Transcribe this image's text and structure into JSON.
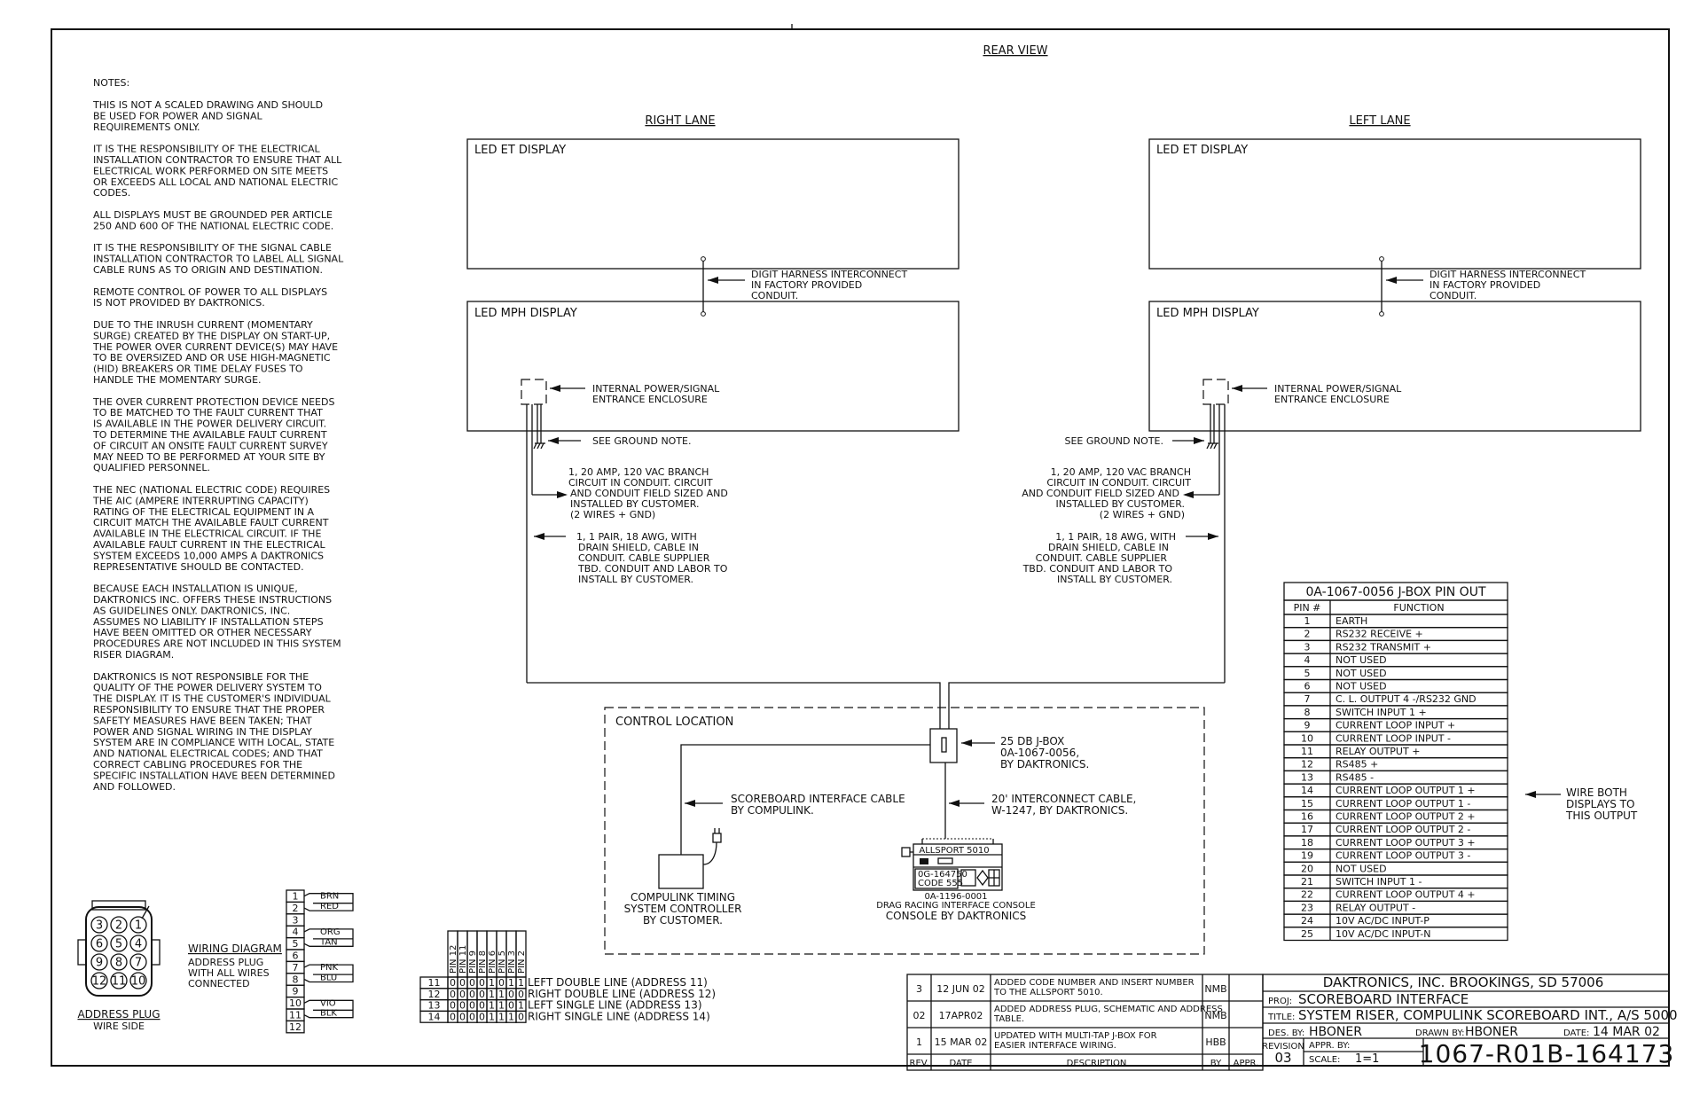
{
  "rear_view": "REAR VIEW",
  "right_lane": "RIGHT LANE",
  "left_lane": "LEFT LANE",
  "et_display": "LED ET DISPLAY",
  "mph_display": "LED MPH DISPLAY",
  "digit_harness": [
    "DIGIT HARNESS INTERCONNECT",
    "IN FACTORY PROVIDED",
    "CONDUIT."
  ],
  "internal_power": [
    "INTERNAL POWER/SIGNAL",
    "ENTRANCE ENCLOSURE"
  ],
  "see_ground_right": "SEE GROUND NOTE.",
  "see_ground_left": "SEE GROUND NOTE.",
  "branch_circuit": [
    "1, 20 AMP, 120 VAC BRANCH",
    "CIRCUIT IN CONDUIT.  CIRCUIT",
    "AND CONDUIT FIELD SIZED AND",
    "INSTALLED BY CUSTOMER.",
    "(2 WIRES + GND)"
  ],
  "pair_cable": [
    "1, 1 PAIR, 18 AWG, WITH",
    "DRAIN SHIELD, CABLE IN",
    "CONDUIT.  CABLE SUPPLIER",
    "TBD.  CONDUIT AND LABOR TO",
    "INSTALL BY CUSTOMER."
  ],
  "notes_title": "NOTES:",
  "notes": [
    [
      "THIS IS NOT A SCALED DRAWING AND SHOULD",
      "BE USED FOR POWER AND SIGNAL",
      "REQUIREMENTS ONLY."
    ],
    [
      "IT IS THE RESPONSIBILITY OF THE ELECTRICAL",
      "INSTALLATION CONTRACTOR TO ENSURE THAT ALL",
      "ELECTRICAL WORK PERFORMED ON SITE MEETS",
      "OR EXCEEDS ALL LOCAL AND NATIONAL ELECTRIC",
      "CODES."
    ],
    [
      "ALL DISPLAYS MUST BE GROUNDED PER ARTICLE",
      "250 AND 600 OF THE NATIONAL ELECTRIC CODE."
    ],
    [
      "IT IS THE RESPONSIBILITY OF THE SIGNAL CABLE",
      "INSTALLATION CONTRACTOR TO LABEL ALL SIGNAL",
      "CABLE RUNS AS TO ORIGIN AND DESTINATION."
    ],
    [
      "REMOTE CONTROL OF POWER TO ALL DISPLAYS",
      "IS NOT PROVIDED BY DAKTRONICS."
    ],
    [
      "DUE TO THE INRUSH CURRENT (MOMENTARY",
      "SURGE) CREATED BY THE DISPLAY ON START-UP,",
      "THE POWER OVER CURRENT DEVICE(S) MAY HAVE",
      "TO BE OVERSIZED AND OR USE HIGH-MAGNETIC",
      "(HID) BREAKERS OR TIME DELAY FUSES TO",
      "HANDLE THE MOMENTARY SURGE."
    ],
    [
      "THE OVER CURRENT PROTECTION DEVICE NEEDS",
      "TO BE MATCHED TO THE FAULT CURRENT THAT",
      "IS AVAILABLE IN THE POWER DELIVERY CIRCUIT.",
      "TO DETERMINE THE AVAILABLE FAULT CURRENT",
      "OF CIRCUIT AN ONSITE FAULT CURRENT SURVEY",
      "MAY NEED TO BE PERFORMED AT YOUR SITE BY",
      "QUALIFIED PERSONNEL."
    ],
    [
      "THE NEC (NATIONAL ELECTRIC CODE) REQUIRES",
      "THE AIC (AMPERE INTERRUPTING CAPACITY)",
      "RATING OF THE ELECTRICAL EQUIPMENT IN A",
      "CIRCUIT MATCH THE AVAILABLE FAULT CURRENT",
      "AVAILABLE IN THE ELECTRICAL CIRCUIT.  IF THE",
      "AVAILABLE FAULT CURRENT IN THE ELECTRICAL",
      "SYSTEM EXCEEDS 10,000 AMPS A DAKTRONICS",
      "REPRESENTATIVE SHOULD BE CONTACTED."
    ],
    [
      "BECAUSE EACH INSTALLATION IS UNIQUE,",
      "DAKTRONICS INC. OFFERS THESE INSTRUCTIONS",
      "AS GUIDELINES ONLY.  DAKTRONICS, INC.",
      "ASSUMES NO LIABILITY IF INSTALLATION STEPS",
      "HAVE BEEN OMITTED OR OTHER NECESSARY",
      "PROCEDURES ARE NOT INCLUDED IN THIS SYSTEM",
      "RISER DIAGRAM."
    ],
    [
      "DAKTRONICS IS NOT RESPONSIBLE FOR THE",
      "QUALITY OF THE POWER DELIVERY SYSTEM TO",
      "THE DISPLAY.  IT IS THE CUSTOMER'S INDIVIDUAL",
      "RESPONSIBILITY TO ENSURE THAT THE PROPER",
      "SAFETY MEASURES HAVE BEEN TAKEN; THAT",
      "POWER AND SIGNAL WIRING IN THE DISPLAY",
      "SYSTEM ARE IN COMPLIANCE WITH LOCAL, STATE",
      "AND NATIONAL ELECTRICAL CODES; AND THAT",
      "CORRECT CABLING PROCEDURES FOR THE",
      "SPECIFIC INSTALLATION HAVE BEEN DETERMINED",
      "AND FOLLOWED."
    ]
  ],
  "control_location": "CONTROL LOCATION",
  "jbox": [
    "25 DB J-BOX",
    "0A-1067-0056,",
    "BY DAKTRONICS."
  ],
  "scoreboard_cable": [
    "SCOREBOARD INTERFACE CABLE",
    "BY COMPULINK."
  ],
  "interconnect_cable": [
    "20' INTERCONNECT CABLE,",
    "W-1247, BY DAKTRONICS."
  ],
  "compulink": [
    "COMPULINK TIMING",
    "SYSTEM CONTROLLER",
    "BY CUSTOMER."
  ],
  "console": {
    "name": "ALLSPORT 5010",
    "part": "0G-164750",
    "code": "CODE 555",
    "sub": "0A-1196-0001",
    "caption1": "DRAG RACING INTERFACE CONSOLE",
    "caption2": "CONSOLE BY DAKTRONICS"
  },
  "pinout": {
    "title": "0A-1067-0056 J-BOX PIN OUT",
    "col_pin": "PIN #",
    "col_func": "FUNCTION",
    "rows": [
      [
        "1",
        "EARTH"
      ],
      [
        "2",
        "RS232 RECEIVE +"
      ],
      [
        "3",
        "RS232 TRANSMIT +"
      ],
      [
        "4",
        "NOT USED"
      ],
      [
        "5",
        "NOT USED"
      ],
      [
        "6",
        "NOT USED"
      ],
      [
        "7",
        "C. L. OUTPUT 4 -/RS232 GND"
      ],
      [
        "8",
        "SWITCH INPUT 1 +"
      ],
      [
        "9",
        "CURRENT LOOP INPUT +"
      ],
      [
        "10",
        "CURRENT LOOP INPUT -"
      ],
      [
        "11",
        "RELAY OUTPUT +"
      ],
      [
        "12",
        "RS485 +"
      ],
      [
        "13",
        "RS485 -"
      ],
      [
        "14",
        "CURRENT LOOP OUTPUT 1 +"
      ],
      [
        "15",
        "CURRENT LOOP OUTPUT 1 -"
      ],
      [
        "16",
        "CURRENT LOOP OUTPUT 2 +"
      ],
      [
        "17",
        "CURRENT LOOP OUTPUT 2 -"
      ],
      [
        "18",
        "CURRENT LOOP OUTPUT 3 +"
      ],
      [
        "19",
        "CURRENT LOOP OUTPUT 3 -"
      ],
      [
        "20",
        "NOT USED"
      ],
      [
        "21",
        "SWITCH INPUT 1 -"
      ],
      [
        "22",
        "CURRENT LOOP OUTPUT 4 +"
      ],
      [
        "23",
        "RELAY OUTPUT -"
      ],
      [
        "24",
        "10V AC/DC INPUT-P"
      ],
      [
        "25",
        "10V AC/DC INPUT-N"
      ]
    ]
  },
  "wire_both": [
    "WIRE BOTH",
    "DISPLAYS TO",
    "THIS OUTPUT"
  ],
  "address_plug": {
    "title": "ADDRESS PLUG",
    "sub": "WIRE SIDE",
    "pins": [
      "3",
      "2",
      "1",
      "6",
      "5",
      "4",
      "9",
      "8",
      "7",
      "12",
      "11",
      "10"
    ]
  },
  "wiring": {
    "title": "WIRING DIAGRAM",
    "lines": [
      "ADDRESS PLUG",
      "WITH ALL WIRES",
      "CONNECTED"
    ],
    "pins": [
      "1",
      "2",
      "3",
      "4",
      "5",
      "6",
      "7",
      "8",
      "9",
      "10",
      "11",
      "12"
    ],
    "colors": [
      "BRN",
      "RED",
      "ORG",
      "TAN",
      "PNK",
      "BLU",
      "VIO",
      "BLK"
    ]
  },
  "address_table": {
    "headers": [
      "PIN 12",
      "PIN 11",
      "PIN 9",
      "PIN 8",
      "PIN 6",
      "PIN 5",
      "PIN 3",
      "PIN 2"
    ],
    "rows": [
      {
        "id": "11",
        "bits": [
          "0",
          "0",
          "0",
          "0",
          "1",
          "0",
          "1",
          "1"
        ],
        "label": "LEFT DOUBLE LINE (ADDRESS 11)"
      },
      {
        "id": "12",
        "bits": [
          "0",
          "0",
          "0",
          "0",
          "1",
          "1",
          "0",
          "0"
        ],
        "label": "RIGHT DOUBLE LINE (ADDRESS 12)"
      },
      {
        "id": "13",
        "bits": [
          "0",
          "0",
          "0",
          "0",
          "1",
          "1",
          "0",
          "1"
        ],
        "label": "LEFT SINGLE LINE (ADDRESS 13)"
      },
      {
        "id": "14",
        "bits": [
          "0",
          "0",
          "0",
          "0",
          "1",
          "1",
          "1",
          "0"
        ],
        "label": "RIGHT SINGLE LINE (ADDRESS 14)"
      }
    ]
  },
  "revisions": {
    "rows": [
      {
        "rev": "3",
        "date": "12 JUN 02",
        "desc": [
          "ADDED CODE NUMBER AND INSERT NUMBER",
          "TO THE ALLSPORT 5010."
        ],
        "by": "NMB"
      },
      {
        "rev": "02",
        "date": "17APR02",
        "desc": [
          "ADDED ADDRESS PLUG, SCHEMATIC AND ADDRESS",
          "TABLE."
        ],
        "by": "NMB"
      },
      {
        "rev": "1",
        "date": "15 MAR 02",
        "desc": [
          "UPDATED WITH MULTI-TAP J-BOX FOR",
          "EASIER INTERFACE WIRING."
        ],
        "by": "HBB"
      }
    ],
    "headers": [
      "REV.",
      "DATE",
      "DESCRIPTION",
      "BY",
      "APPR."
    ]
  },
  "title_block": {
    "company": "DAKTRONICS, INC.   BROOKINGS, SD 57006",
    "proj_label": "PROJ:",
    "proj": "SCOREBOARD INTERFACE",
    "title_label": "TITLE:",
    "title": "SYSTEM RISER, COMPULINK SCOREBOARD INT., A/S 5000",
    "des_label": "DES. BY:",
    "des": "HBONER",
    "drawn_label": "DRAWN BY:",
    "drawn": "HBONER",
    "date_label": "DATE:",
    "date": "14 MAR 02",
    "revision_label": "REVISION",
    "revision": "03",
    "appr_label": "APPR. BY:",
    "scale_label": "SCALE:",
    "scale": "1=1",
    "dwg_no": "1067-R01B-164173"
  }
}
